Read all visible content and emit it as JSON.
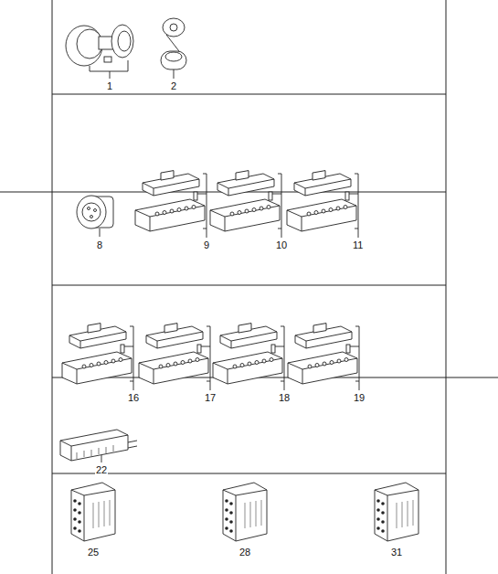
{
  "diagram": {
    "labels": [
      "1",
      "2",
      "8",
      "9",
      "10",
      "11",
      "16",
      "17",
      "18",
      "19",
      "22",
      "25",
      "28",
      "31"
    ]
  }
}
